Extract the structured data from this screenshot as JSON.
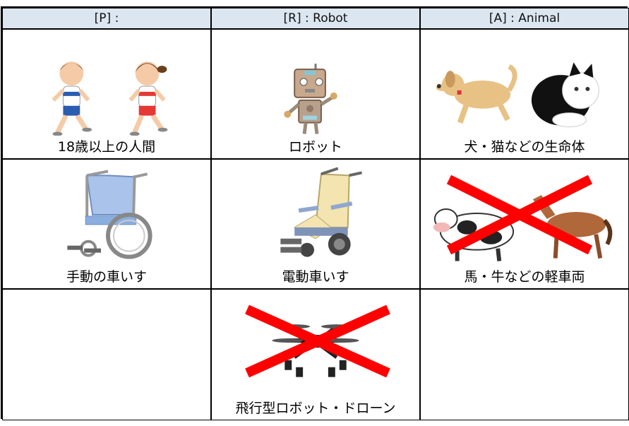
{
  "headers": [
    "[P] :",
    "[R] : Robot",
    "[A] : Animal"
  ],
  "rows": [
    {
      "cells": [
        {
          "caption": "18歳以上の人間",
          "icon": "children-running-icon",
          "crossed": false
        },
        {
          "caption": "ロボット",
          "icon": "robot-icon",
          "crossed": false
        },
        {
          "caption": "犬・猫などの生命体",
          "icon": "dog-and-cat-icon",
          "crossed": false
        }
      ]
    },
    {
      "cells": [
        {
          "caption": "手動の車いす",
          "icon": "manual-wheelchair-icon",
          "crossed": false
        },
        {
          "caption": "電動車いす",
          "icon": "electric-wheelchair-icon",
          "crossed": false
        },
        {
          "caption": "馬・牛などの軽車両",
          "icon": "cow-and-horse-icon",
          "crossed": true
        }
      ]
    },
    {
      "cells": [
        {
          "caption": "",
          "icon": "",
          "crossed": false
        },
        {
          "caption": "飛行型ロボット・ドローン",
          "icon": "drone-icon",
          "crossed": true
        },
        {
          "caption": "",
          "icon": "",
          "crossed": false
        }
      ]
    }
  ],
  "colors": {
    "header_bg": "#dce6f1",
    "cross": "#ff0000",
    "border": "#000000"
  }
}
